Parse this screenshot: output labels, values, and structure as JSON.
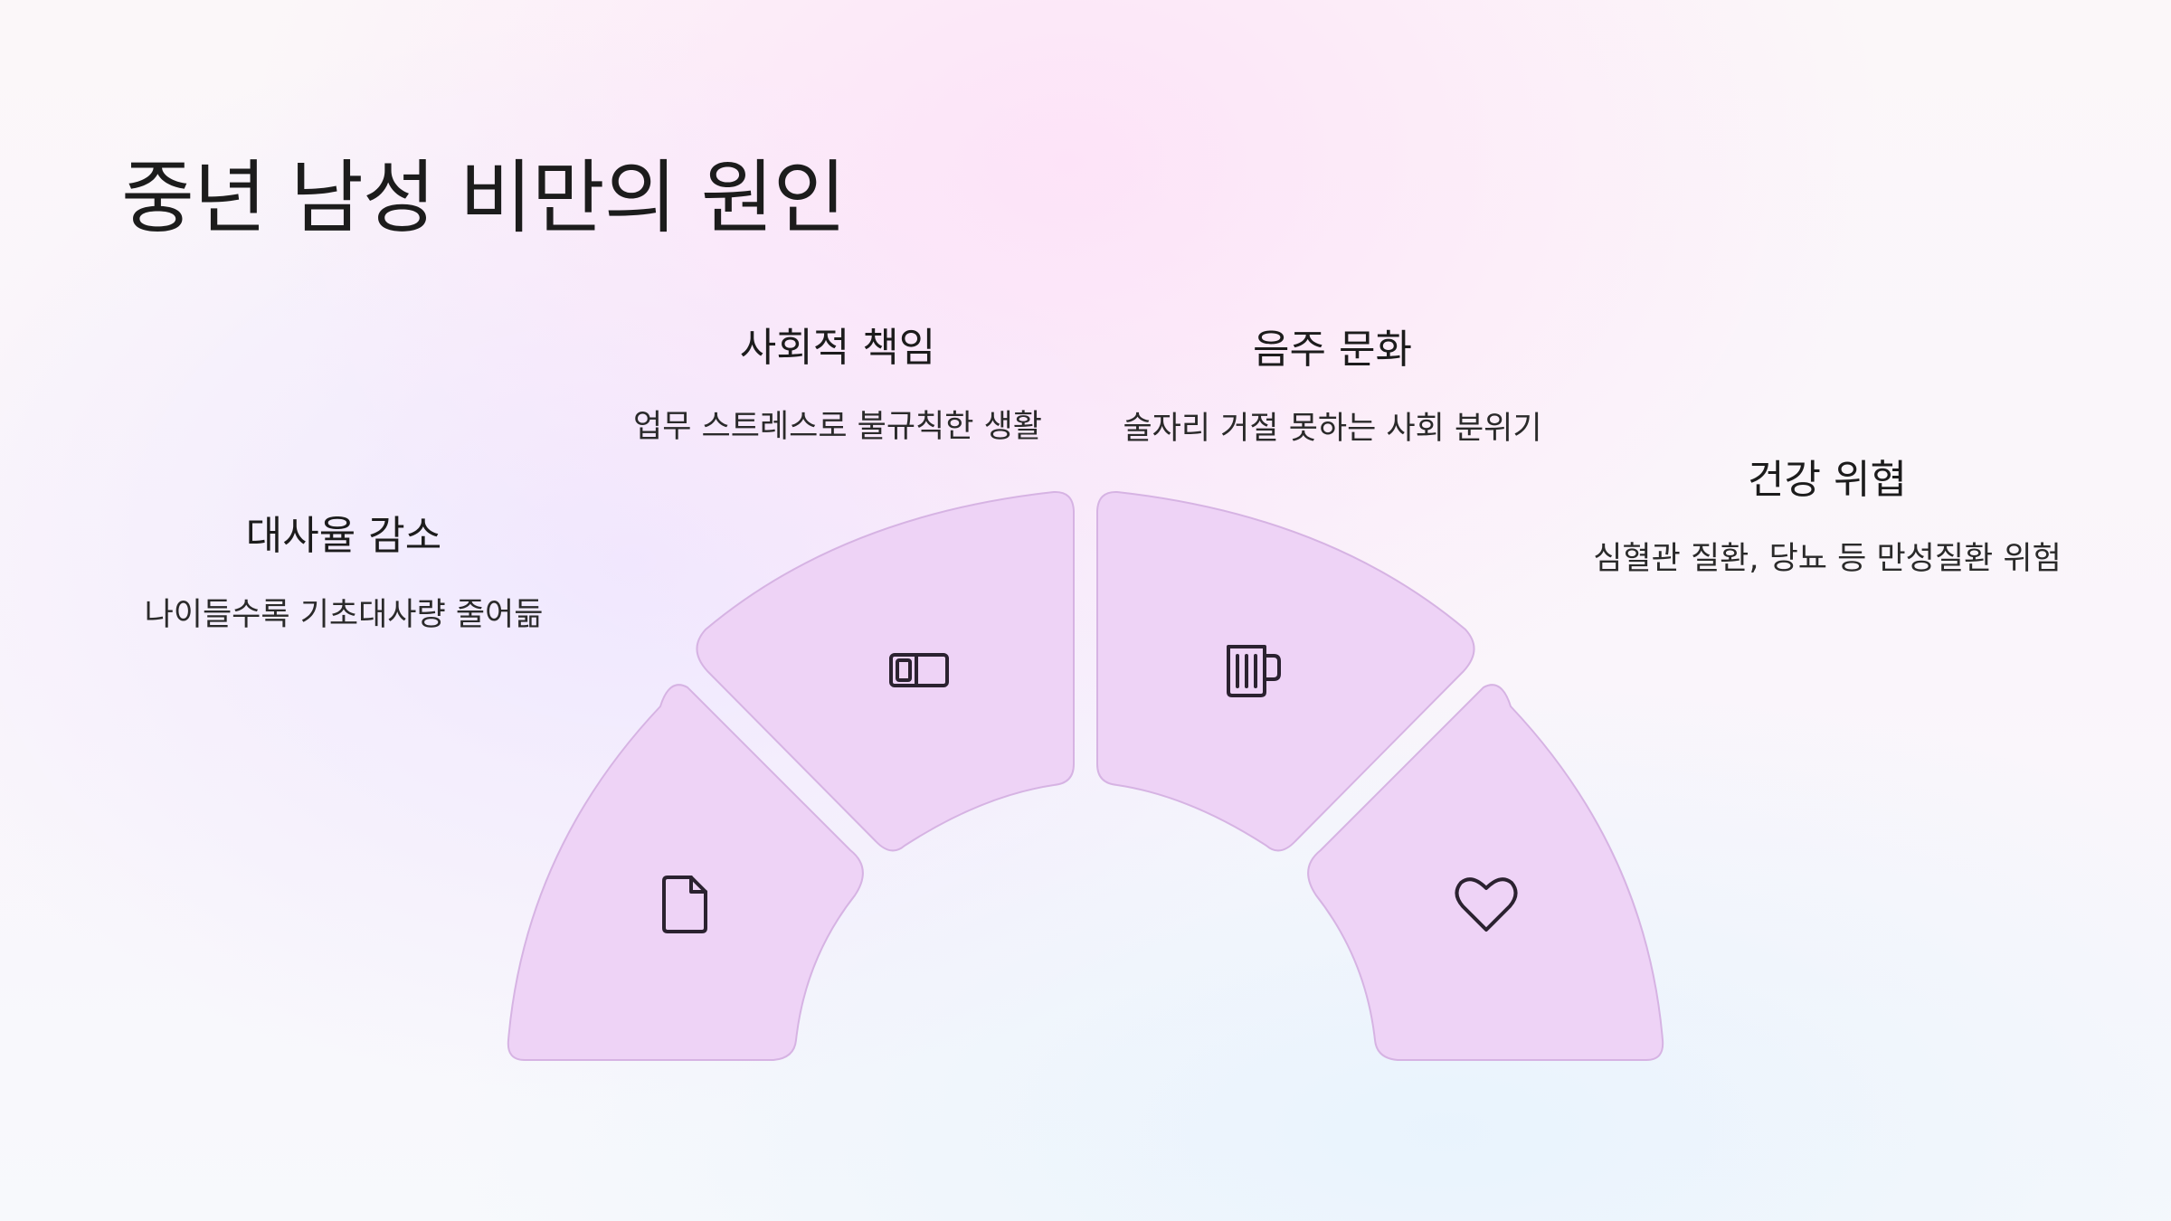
{
  "title": "중년 남성 비만의 원인",
  "colors": {
    "segment_fill": "#eed3f6",
    "segment_stroke": "#d6b3e3",
    "icon_stroke": "#2b2230",
    "text": "#1c1c1c"
  },
  "causes": [
    {
      "heading": "대사율 감소",
      "description": "나이들수록 기초대사량 줄어듦",
      "icon": "document-icon"
    },
    {
      "heading": "사회적 책임",
      "description": "업무 스트레스로 불규칙한 생활",
      "icon": "toggle-icon"
    },
    {
      "heading": "음주 문화",
      "description": "술자리 거절 못하는 사회 분위기",
      "icon": "beer-mug-icon"
    },
    {
      "heading": "건강 위협",
      "description": "심혈관 질환, 당뇨 등 만성질환 위험",
      "icon": "heart-icon"
    }
  ]
}
